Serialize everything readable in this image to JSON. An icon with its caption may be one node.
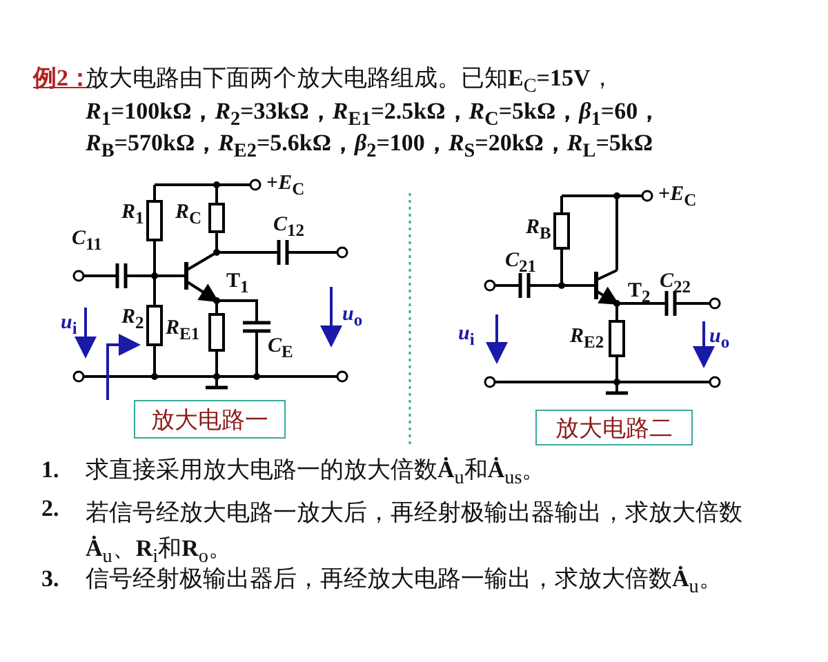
{
  "diagram": {
    "nodes": [
      {
        "text": [
          "放大电路一"
        ]
      },
      {
        "text": [
          "放大电路二"
        ]
      }
    ],
    "labels": [
      "例2：",
      "放大电路由下面两个放大电路组成。已知**E**$_{C}$**=15V**，",
      "*R*$_{1}$=100kΩ，*R*$_{2}$=33kΩ，*R*$_{E1}$=2.5kΩ，*R*$_{C}$=5kΩ，*β*$_{1}$=60，",
      "*R*$_{B}$=570kΩ，*R*$_{E2}$=5.6kΩ，*β*$_{2}$=100，*R*$_{S}$=20kΩ，*R*$_{L}$=5kΩ",
      "+*E*$_{C}$",
      "*R*$_{1}$",
      "*R*$_{C}$",
      "*C*$_{12}$",
      "*C*$_{11}$",
      "T$_{1}$",
      "*u*$_{i}$",
      "*R*$_{2}$",
      "*R*$_{E1}$",
      "*u*$_{o}$",
      "*C*$_{E}$",
      "+*E*$_{C}$",
      "*R*$_{B}$",
      "*C*$_{21}$",
      "*C*$_{22}$",
      "T$_{2}$",
      "*u*$_{i}$",
      "*R*$_{E2}$",
      "*u*$_{o}$",
      "1.",
      "求直接采用放大电路一的放大倍数**Ȧ**$_{u}$和**Ȧ**$_{us}$。",
      "2.",
      "若信号经放大电路一放大后，再经射极输出器输出，求放大倍数**Ȧ**$_{u}$、**R**$_{i}$和**R**$_{o}$。",
      "3.",
      "信号经射极输出器后，再经放大电路一输出，求放大倍数**Ȧ**$_{u}$。"
    ]
  }
}
